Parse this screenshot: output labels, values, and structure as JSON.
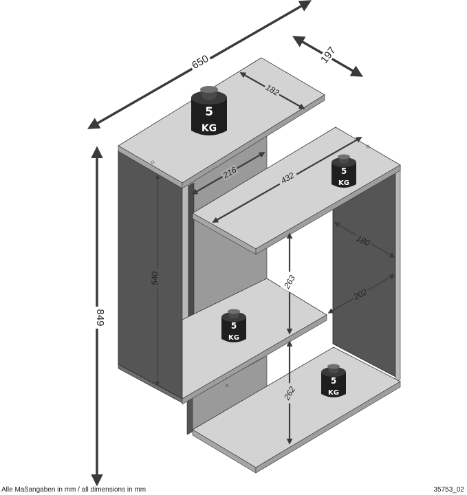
{
  "diagram": {
    "subject": "Wall shelf unit, isometric dimension drawing",
    "colors": {
      "shelf_top": "#d3d3d3",
      "shelf_edge": "#a6a6a6",
      "side_panel": "#555555",
      "back_panel": "#8e8e8e",
      "arrow": "#3a3a3a",
      "weight_body": "#1e1e1e",
      "weight_knob": "#4a4a4a"
    },
    "dimensions": {
      "overall_width": "650",
      "overall_depth": "197",
      "overall_height": "849",
      "top_shelf_depth": "182",
      "inner_depth_upper": "216",
      "middle_shelf_width": "432",
      "side_height": "540",
      "right_depth_upper": "180",
      "right_depth_lower": "202",
      "compartment_upper_height": "263",
      "compartment_lower_height": "262"
    },
    "weights": [
      {
        "value": "5",
        "unit": "KG"
      },
      {
        "value": "5",
        "unit": "KG"
      },
      {
        "value": "5",
        "unit": "KG"
      },
      {
        "value": "5",
        "unit": "KG"
      }
    ]
  },
  "footer": {
    "note": "Alle Maßangaben in mm / all dimensions in mm",
    "code": "35753_02"
  }
}
